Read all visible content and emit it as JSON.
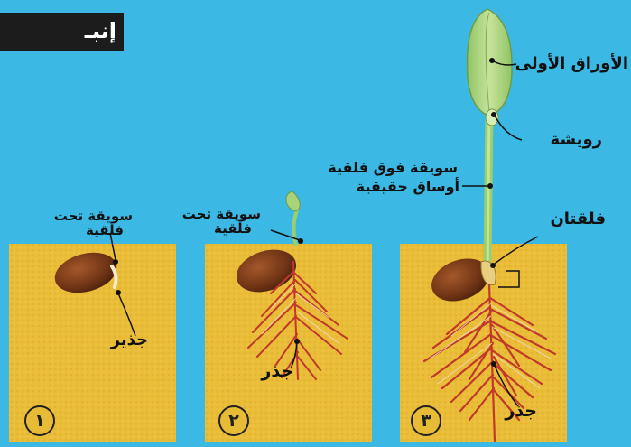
{
  "header": {
    "title": "إنبـ"
  },
  "labels": {
    "first_leaves": "الأوراق الأولى",
    "plumule": "رويشة",
    "epicotyl_line1": "سويقة فوق فلقية",
    "epicotyl_line2": "أوساق حقيقية",
    "cotyledons": "فلقتان",
    "hypocotyl_1_line1": "سويقة تحت",
    "hypocotyl_1_line2": "فلقية",
    "hypocotyl_2_line1": "سويقة تحت",
    "hypocotyl_2_line2": "فلقية",
    "radicle": "جذير",
    "root_2": "جذر",
    "root_3": "جذر"
  },
  "stages": [
    {
      "number": "١"
    },
    {
      "number": "٢"
    },
    {
      "number": "٣"
    }
  ],
  "colors": {
    "background": "#3bb8e3",
    "soil": "#e8bb36",
    "seed": "#7a3d1a",
    "root": "#c0392b",
    "leaf": "#a9d37a",
    "title_box": "#1c1c1c"
  }
}
